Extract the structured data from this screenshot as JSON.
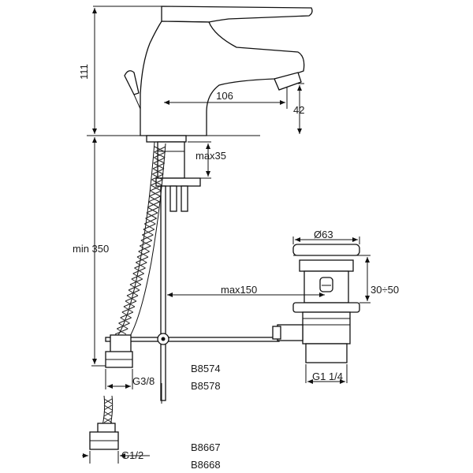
{
  "dimensions": {
    "height_total": "111",
    "spout_reach": "106",
    "spout_height": "42",
    "max_below_deck": "max35",
    "min_hose": "min 350",
    "max_waste_reach": "max150",
    "waste_diameter": "Ø63",
    "waste_height": "30÷50",
    "waste_thread": "G1 1/4",
    "hose_thread_a": "G3/8",
    "hose_thread_b": "G1/2"
  },
  "codes": {
    "set_a": [
      "B8574",
      "B8578"
    ],
    "set_b": [
      "B8667",
      "B8668"
    ]
  }
}
